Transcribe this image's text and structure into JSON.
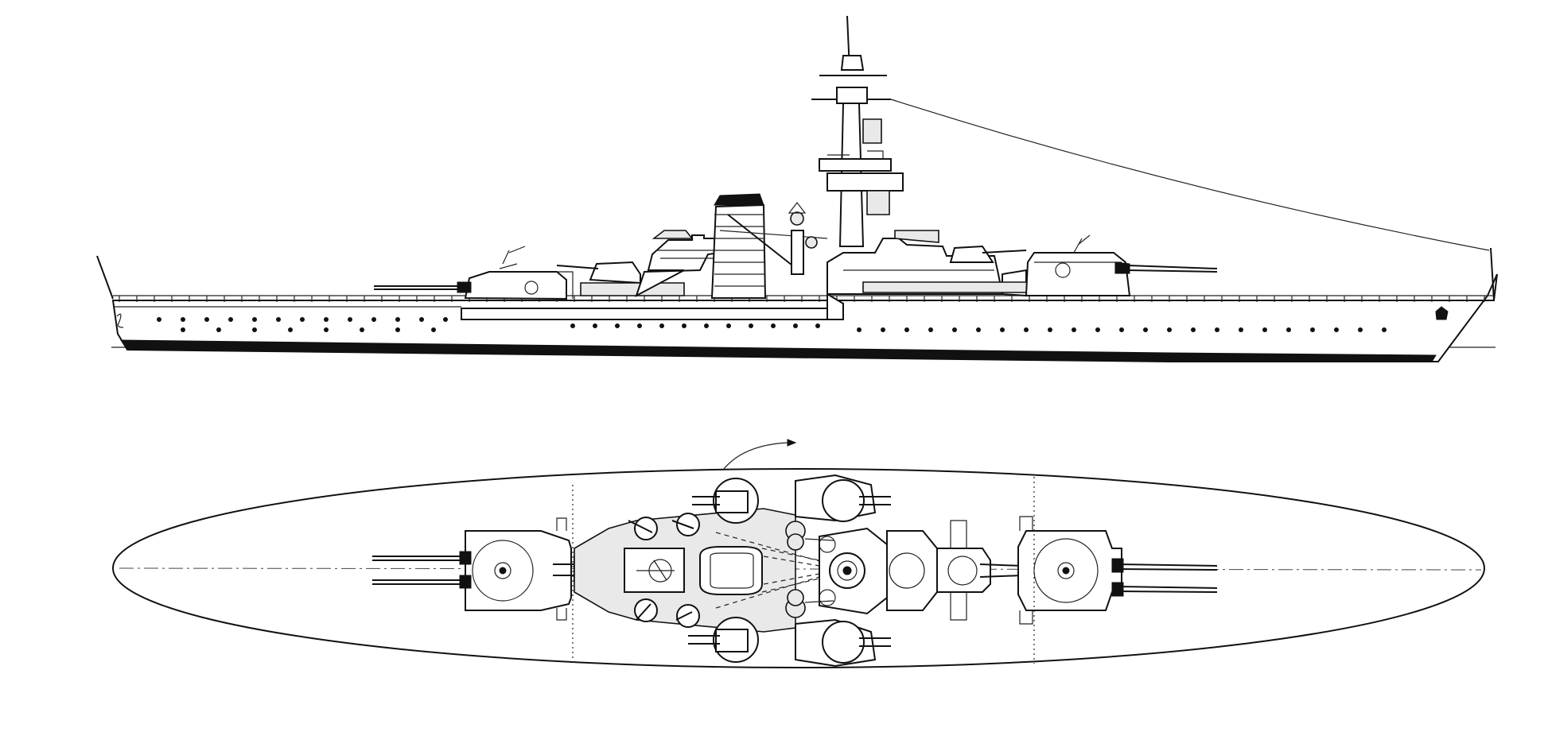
{
  "figure": {
    "description_text": "",
    "views": [
      {
        "id": "profile",
        "view": "side-elevation"
      },
      {
        "id": "plan",
        "view": "top-plan"
      }
    ],
    "colors": {
      "ink": "#111111",
      "paper": "#ffffff",
      "shade": "#e9e9e9"
    }
  }
}
